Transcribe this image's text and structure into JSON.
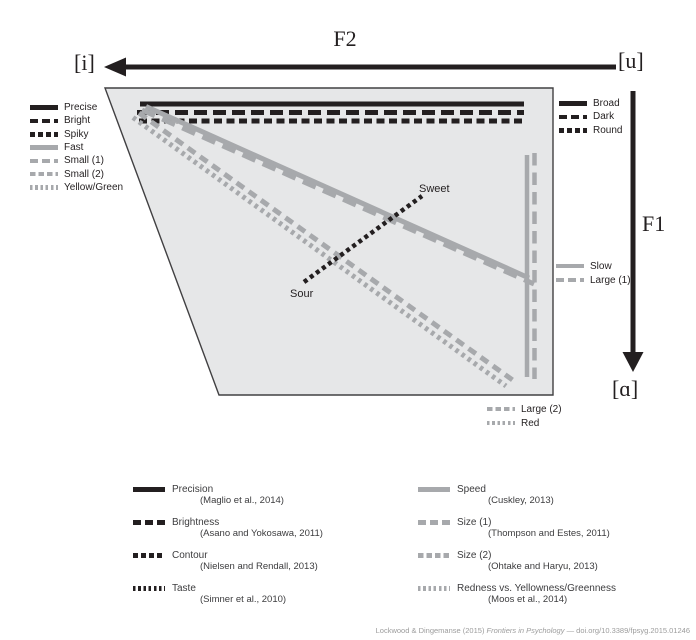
{
  "colors": {
    "dark": "#231f20",
    "gray": "#a7a9ac",
    "vowel_space_fill": "#e6e7e8",
    "vowel_space_outline": "#414042",
    "footer_gray": "#9c9c9c"
  },
  "axes": {
    "f2": "F2",
    "f1": "F1",
    "vowel_i": "[i]",
    "vowel_u": "[u]",
    "vowel_a": "[ɑ]"
  },
  "legend_left": {
    "items": [
      {
        "label": "Precise",
        "style": "dark-solid"
      },
      {
        "label": "Bright",
        "style": "dark-dash-long"
      },
      {
        "label": "Spiky",
        "style": "dark-dash-short"
      },
      {
        "label": "Fast",
        "style": "gray-solid"
      },
      {
        "label": "Small (1)",
        "style": "gray-dash-long"
      },
      {
        "label": "Small (2)",
        "style": "gray-dash-medium"
      },
      {
        "label": "Yellow/Green",
        "style": "gray-dotted"
      }
    ]
  },
  "legend_right_top": {
    "items": [
      {
        "label": "Broad",
        "style": "dark-solid"
      },
      {
        "label": "Dark",
        "style": "dark-dash-long"
      },
      {
        "label": "Round",
        "style": "dark-dash-short"
      }
    ]
  },
  "legend_right_mid": {
    "items": [
      {
        "label": "Slow",
        "style": "gray-solid"
      },
      {
        "label": "Large (1)",
        "style": "gray-dash-long"
      }
    ]
  },
  "legend_below_plot": {
    "items": [
      {
        "label": "Large (2)",
        "style": "gray-dash-medium"
      },
      {
        "label": "Red",
        "style": "gray-dotted"
      }
    ]
  },
  "plot_labels": {
    "sweet": "Sweet",
    "sour": "Sour"
  },
  "bottom_legend": {
    "left": [
      {
        "name": "Precision",
        "citation": "(Maglio et al., 2014)",
        "style": "dark-solid"
      },
      {
        "name": "Brightness",
        "citation": "(Asano and Yokosawa, 2011)",
        "style": "dark-dash-long"
      },
      {
        "name": "Contour",
        "citation": "(Nielsen and Rendall, 2013)",
        "style": "dark-dash-short"
      },
      {
        "name": "Taste",
        "citation": "(Simner et al., 2010)",
        "style": "dark-dotted"
      }
    ],
    "right": [
      {
        "name": "Speed",
        "citation": "(Cuskley, 2013)",
        "style": "gray-solid"
      },
      {
        "name": "Size (1)",
        "citation": "(Thompson and Estes, 2011)",
        "style": "gray-dash-long"
      },
      {
        "name": "Size (2)",
        "citation": "(Ohtake and Haryu, 2013)",
        "style": "gray-dash-medium"
      },
      {
        "name": "Redness vs. Yellowness/Greenness",
        "citation": "(Moos et al., 2014)",
        "style": "gray-dotted"
      }
    ]
  },
  "footer": {
    "prefix": "Lockwood & Dingemanse (2015) ",
    "journal": "Frontiers in Psychology",
    "suffix": " — doi.org/10.3389/fpsyg.2015.01246"
  }
}
